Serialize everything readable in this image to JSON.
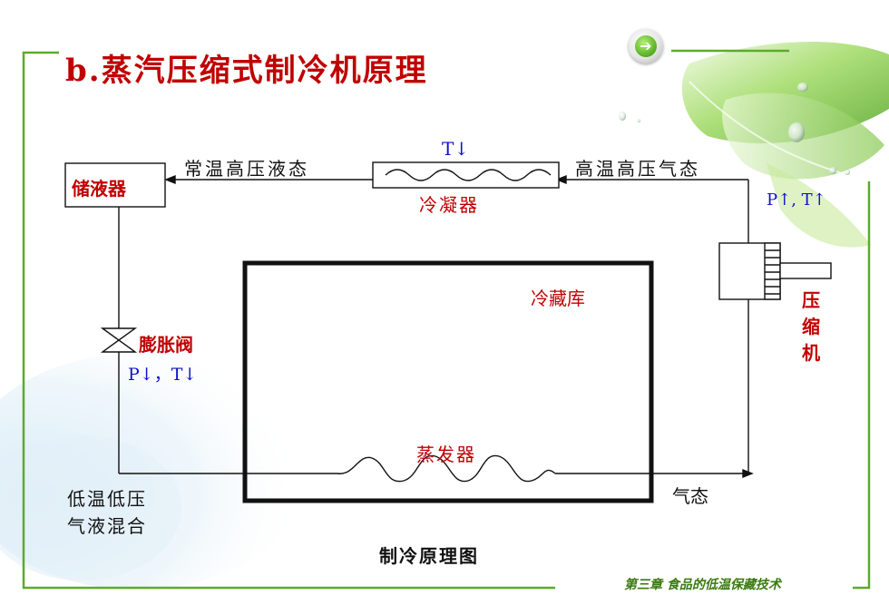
{
  "slide": {
    "title": "b.蒸汽压缩式制冷机原理",
    "footer": "第三章 食品的低温保藏技术",
    "nav_icon": "arrow-right-icon"
  },
  "diagram": {
    "receiver": "储液器",
    "liquid_state": "常温高压液态",
    "condenser_temp": "T↓",
    "condenser": "冷凝器",
    "gas_state_high": "高温高压气态",
    "compressor_change": "P↑, T↑",
    "compressor_line1": "压",
    "compressor_line2": "缩",
    "compressor_line3": "机",
    "cold_room": "冷藏库",
    "expansion_valve": "膨胀阀",
    "valve_change": "P↓，T↓",
    "evaporator": "蒸发器",
    "mix_line1": "低温低压",
    "mix_line2": "气液混合",
    "gas_state": "气态",
    "caption": "制冷原理图"
  },
  "colors": {
    "frame_green": "#5cab2a",
    "label_red": "#c00000",
    "label_blue": "#1010cc"
  }
}
